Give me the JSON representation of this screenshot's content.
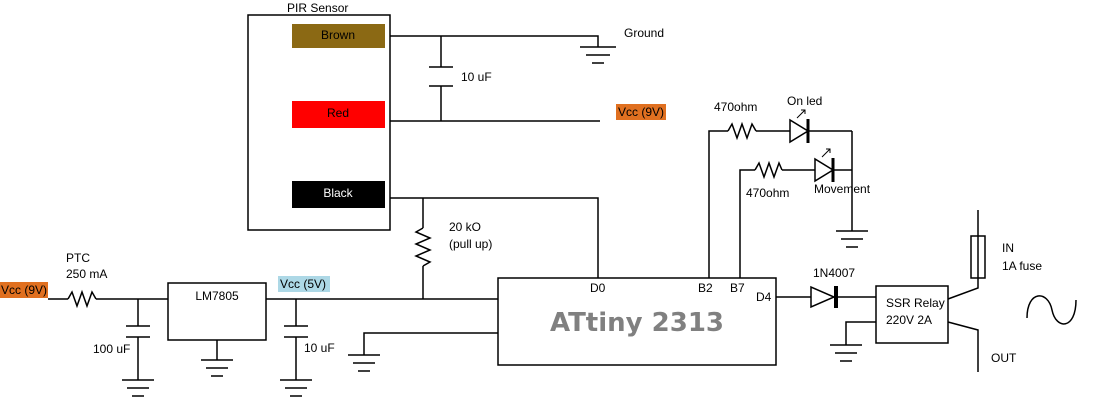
{
  "labels": {
    "pir_title": "PIR Sensor",
    "wire_brown": "Brown",
    "wire_red": "Red",
    "wire_black": "Black",
    "ground": "Ground",
    "cap_10uf_pir": "10 uF",
    "vcc_9v_pir": "Vcc (9V)",
    "r_on_value": "470ohm",
    "on_led": "On led",
    "r_move_value": "470ohm",
    "movement": "Movement",
    "pullup_value": "20 kO",
    "pullup_note": "(pull up)",
    "vcc_9v_in": "Vcc (9V)",
    "ptc_name": "PTC",
    "ptc_rating": "250 mA",
    "regulator": "LM7805",
    "vcc_5v": "Vcc (5V)",
    "cap_100uf": "100 uF",
    "cap_10uf_reg": "10 uF",
    "mcu": "ATtiny 2313",
    "pin_d0": "D0",
    "pin_b2": "B2",
    "pin_b7": "B7",
    "pin_d4": "D4",
    "diode": "1N4007",
    "ssr_line1": "SSR Relay",
    "ssr_line2": "220V 2A",
    "fuse_in": "IN",
    "fuse_rating": "1A fuse",
    "out": "OUT"
  },
  "colors": {
    "brown": "#8b6914",
    "red": "#ff0000",
    "black": "#000000",
    "vcc_9v_bg": "#e07020",
    "vcc_5v_bg": "#add8e6",
    "mcu_text": "#808080"
  }
}
